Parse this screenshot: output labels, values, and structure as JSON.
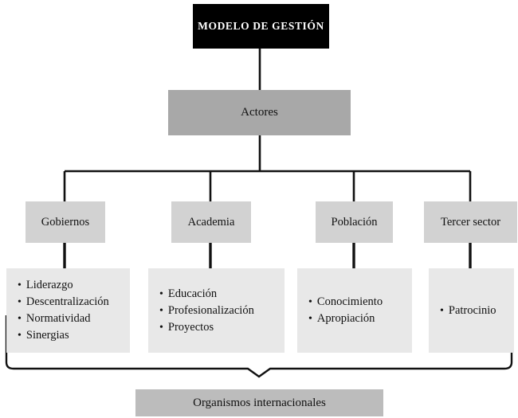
{
  "diagram": {
    "title": "MODELO DE GESTIÓN",
    "root": {
      "label": "MODELO DE GESTIÓN"
    },
    "level1": {
      "label": "Actores"
    },
    "bottom": {
      "label": "Organismos internacionales"
    },
    "bullet_glyph": "•",
    "colors": {
      "root_bg": "#000000",
      "root_text": "#ffffff",
      "level1_bg": "#a8a8a8",
      "category_bg": "#d2d2d2",
      "list_bg": "#e8e8e8",
      "bottom_bg": "#bcbcbc",
      "line": "#111111",
      "text": "#111111",
      "page_bg": "#ffffff"
    },
    "categories": [
      {
        "label": "Gobiernos",
        "items": [
          "Liderazgo",
          "Descentralización",
          "Normatividad",
          "Sinergias"
        ]
      },
      {
        "label": "Academia",
        "items": [
          "Educación",
          "Profesionalización",
          "Proyectos"
        ]
      },
      {
        "label": "Población",
        "items": [
          "Conocimiento",
          "Apropiación"
        ]
      },
      {
        "label": "Tercer sector",
        "items": [
          "Patrocinio"
        ]
      }
    ]
  }
}
